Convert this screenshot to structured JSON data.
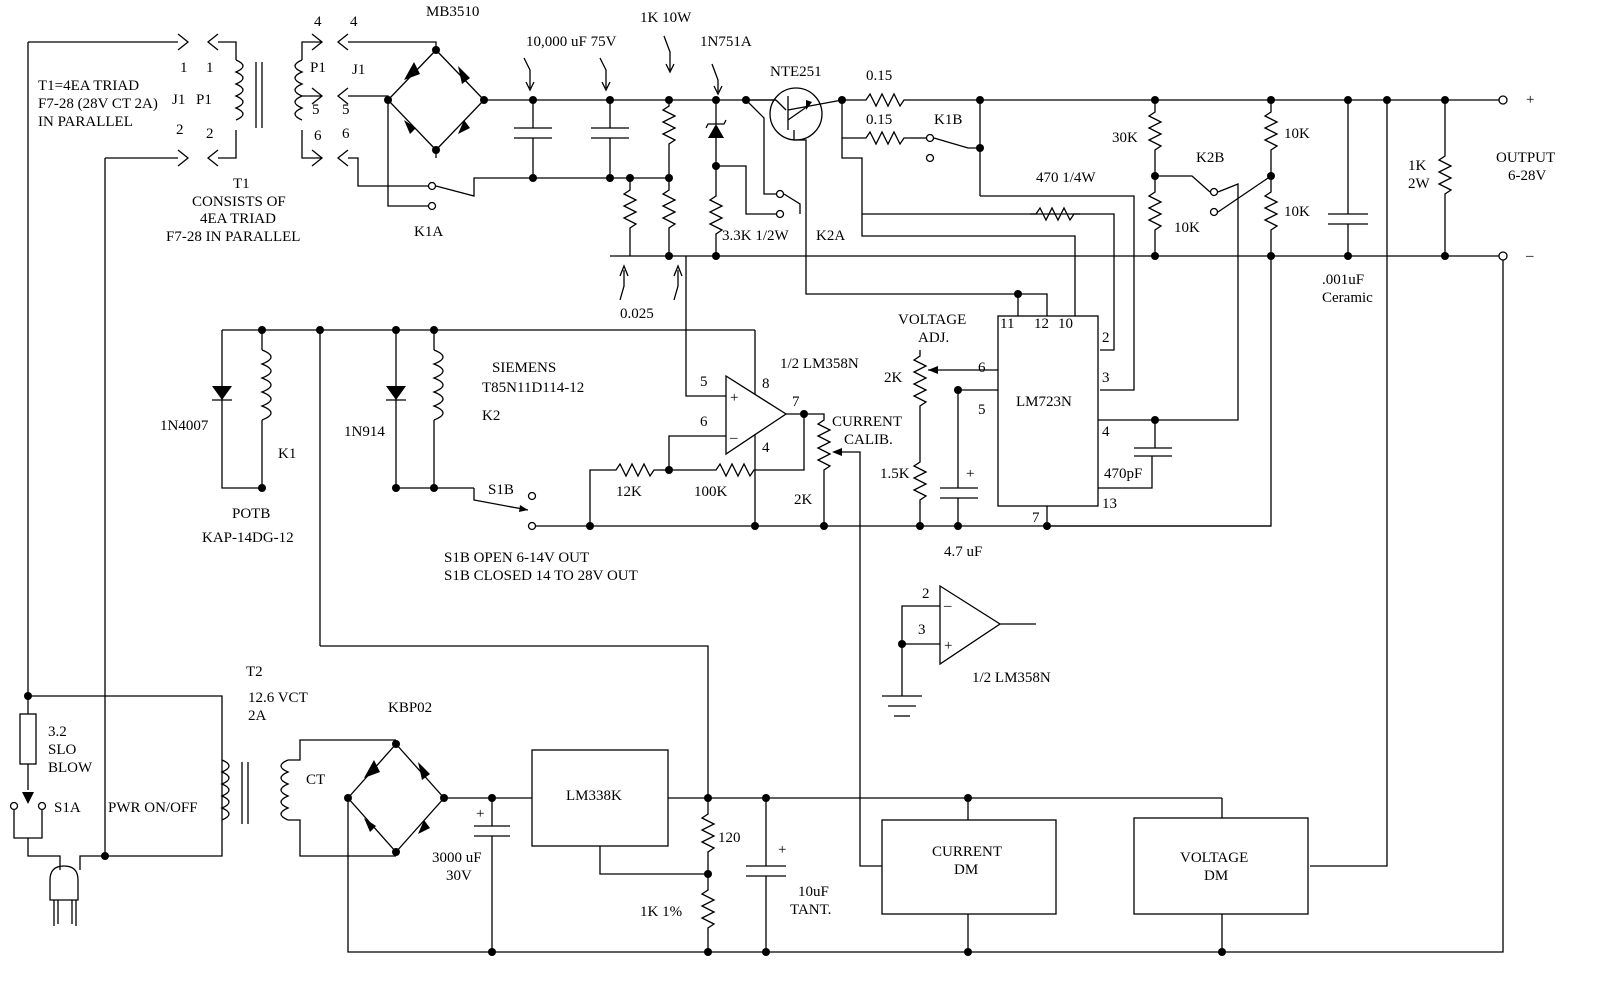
{
  "labels": {
    "t1_note1": "T1=4EA TRIAD",
    "t1_note2": "F7-28 (28V CT 2A)",
    "t1_note3": "IN PARALLEL",
    "j1": "J1",
    "j1b": "J1",
    "p1a": "P1",
    "p1b": "P1",
    "n1a": "1",
    "n1b": "1",
    "n2a": "2",
    "n2b": "2",
    "n4a": "4",
    "n4b": "4",
    "n5a": "5",
    "n5b": "5",
    "n6a": "6",
    "n6b": "6",
    "t1": "T1",
    "t1_c1": "CONSISTS OF",
    "t1_c2": "4EA TRIAD",
    "t1_c3": "F7-28 IN PARALLEL",
    "k1a": "K1A",
    "mb3510": "MB3510",
    "cap10000": "10,000 uF 75V",
    "r1k10w": "1K 10W",
    "zener": "1N751A",
    "nte251": "NTE251",
    "r015a": "0.15",
    "r015b": "0.15",
    "k1b": "K1B",
    "r30k": "30K",
    "k2b": "K2B",
    "r10ka": "10K",
    "r10kb": "10K",
    "r10kc": "10K",
    "r1k2w_a": "1K",
    "r1k2w_b": "2W",
    "output1": "OUTPUT",
    "output2": "6-28V",
    "plus": "+",
    "minus": "–",
    "r470": "470 1/4W",
    "r33k": "3.3K 1/2W",
    "k2a": "K2A",
    "r0025": "0.025",
    "c001a": ".001uF",
    "c001b": "Ceramic",
    "volt_adj1": "VOLTAGE",
    "volt_adj2": "ADJ.",
    "pin11": "11",
    "pin12": "12",
    "pin10": "10",
    "pin2": "2",
    "pin3": "3",
    "pin6": "6",
    "pin5": "5",
    "pin4": "4",
    "pin7": "7",
    "pin13": "13",
    "lm723": "LM723N",
    "r2k": "2K",
    "r15k": "1.5K",
    "c47": "4.7 uF",
    "c470p": "470pF",
    "cplus1": "+",
    "siemens1": "SIEMENS",
    "siemens2": "T85N11D114-12",
    "k2": "K2",
    "k1": "K1",
    "d1n4007": "1N4007",
    "d1n914": "1N914",
    "lm358a": "1/2 LM358N",
    "oa_p5": "5",
    "oa_p8": "8",
    "oa_p6": "6",
    "oa_p4": "4",
    "oa_p7": "7",
    "oa_plus": "+",
    "oa_minus": "–",
    "cur_cal1": "CURRENT",
    "cur_cal2": "CALIB.",
    "r2kb": "2K",
    "r12k": "12K",
    "r100k": "100K",
    "s1b": "S1B",
    "potb1": "POTB",
    "potb2": "KAP-14DG-12",
    "s1b_open": "S1B  OPEN 6-14V OUT",
    "s1b_closed": "S1B  CLOSED 14 TO 28V OUT",
    "oa2_p2": "2",
    "oa2_p3": "3",
    "oa2_minus": "–",
    "oa2_plus": "+",
    "lm358b": "1/2 LM358N",
    "t2": "T2",
    "t2v1": "12.6 VCT",
    "t2v2": "2A",
    "ct": "CT",
    "kbp02": "KBP02",
    "fuse1": "3.2",
    "fuse2": "SLO",
    "fuse3": "BLOW",
    "s1a": "S1A",
    "pwr": "PWR ON/OFF",
    "lm338k": "LM338K",
    "c3000a": "3000 uF",
    "c3000b": "30V",
    "cplus2": "+",
    "r120": "120",
    "r1k1": "1K 1%",
    "c10u1": "10uF",
    "c10u2": "TANT.",
    "cplus3": "+",
    "cur_dm1": "CURRENT",
    "cur_dm2": "DM",
    "volt_dm1": "VOLTAGE",
    "volt_dm2": "DM"
  }
}
